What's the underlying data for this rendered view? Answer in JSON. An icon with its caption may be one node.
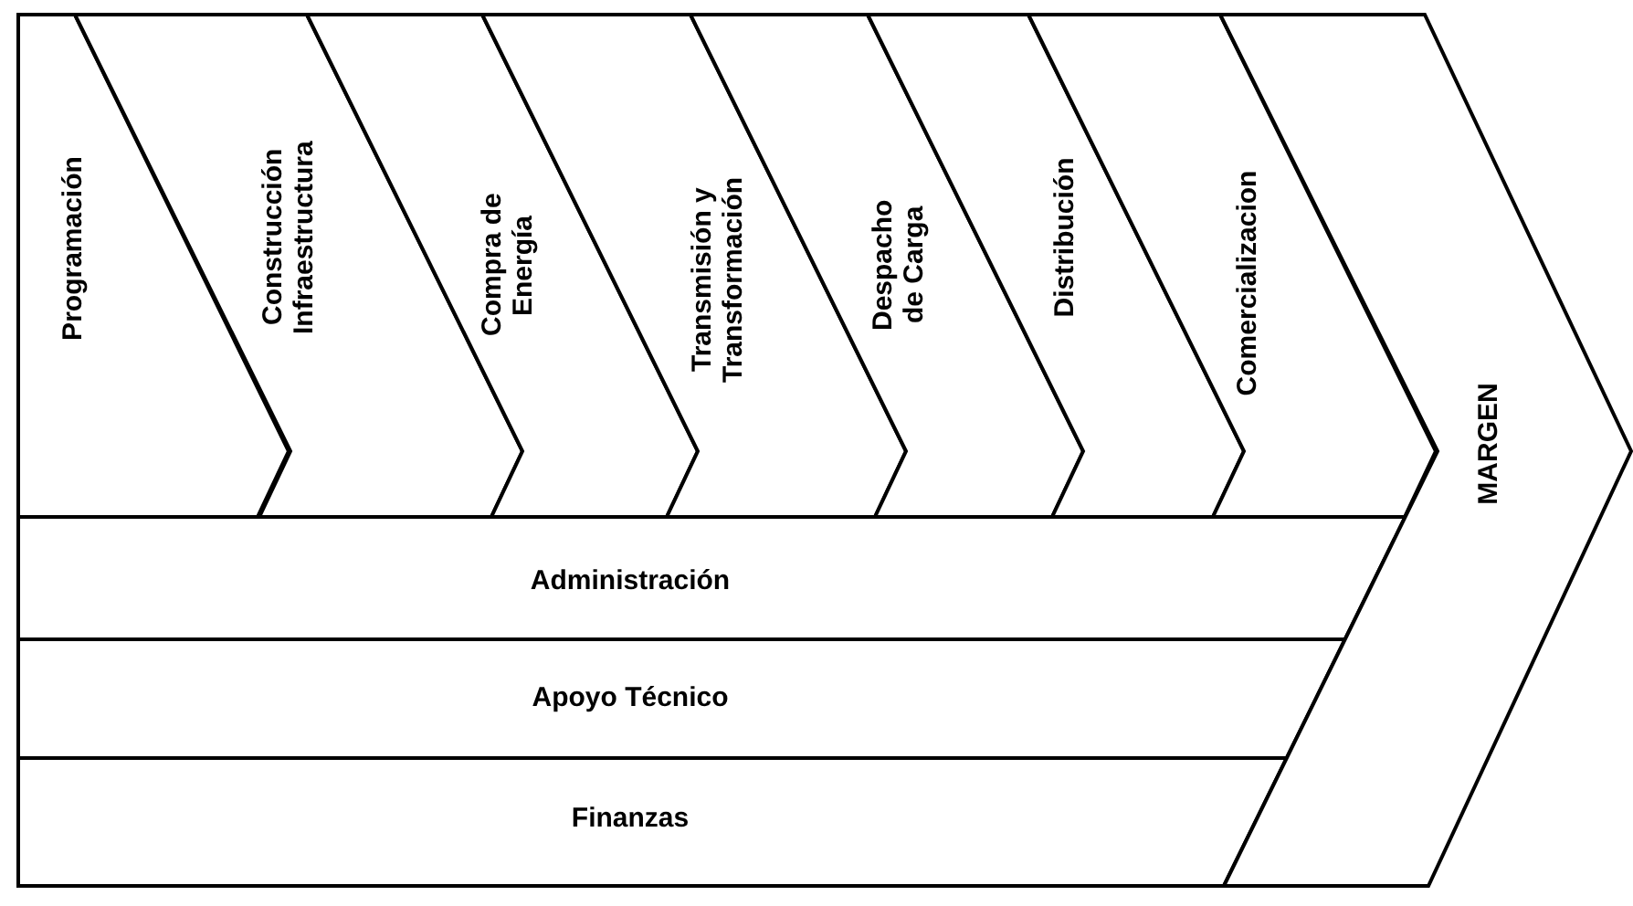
{
  "diagram": {
    "nodes": [
      {
        "text": [
          "Programación"
        ]
      },
      {
        "text": [
          "Construcción Infraestructura"
        ]
      },
      {
        "text": [
          "Compra de Energía"
        ]
      },
      {
        "text": [
          "Transmisión y Transformación"
        ]
      },
      {
        "text": [
          "Despacho de Carga"
        ]
      },
      {
        "text": [
          "Distribución"
        ]
      },
      {
        "text": [
          "Comercializacion"
        ]
      },
      {
        "text": [
          "Administración"
        ]
      },
      {
        "text": [
          "Apoyo Técnico"
        ]
      },
      {
        "text": [
          "Finanzas"
        ]
      },
      {
        "text": [
          "MARGEN"
        ]
      }
    ]
  }
}
